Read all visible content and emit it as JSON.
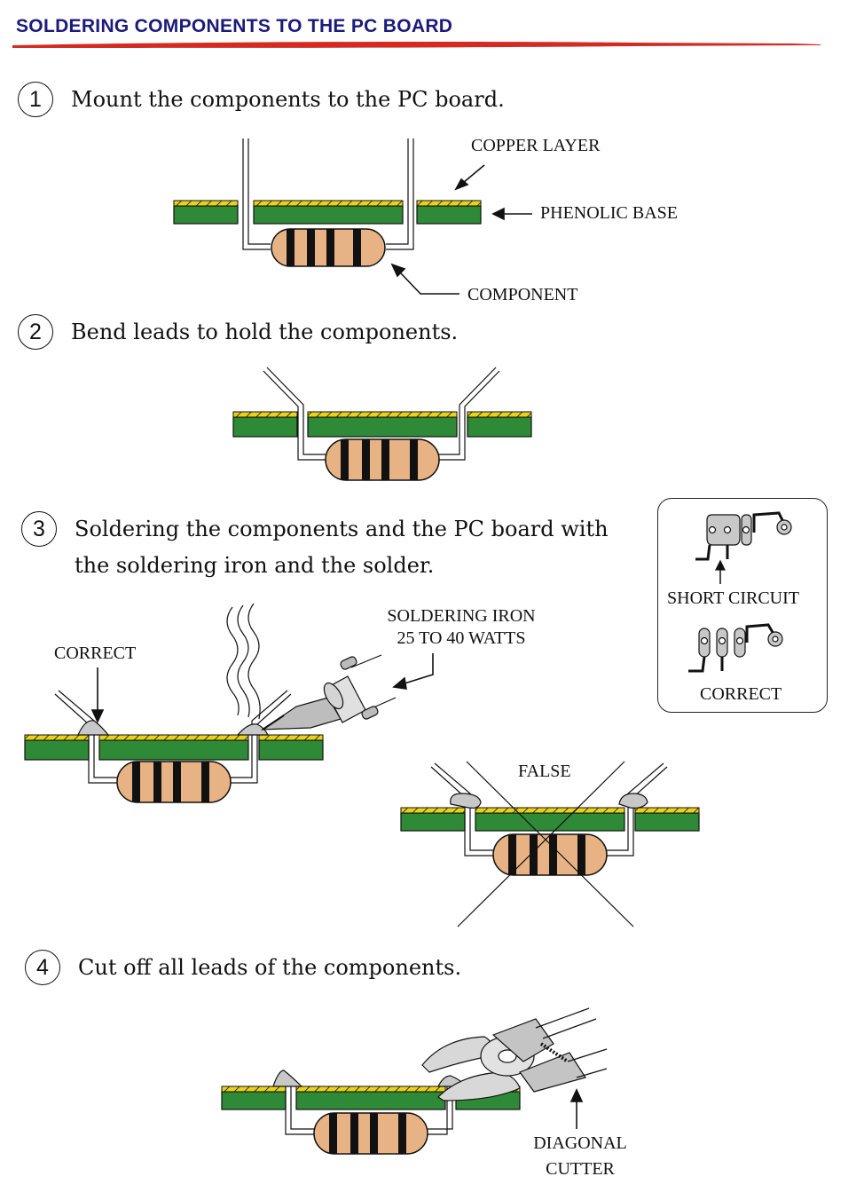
{
  "header": {
    "title": "SOLDERING COMPONENTS TO THE PC BOARD"
  },
  "steps": [
    {
      "number": "1",
      "text": "Mount the components to the PC board."
    },
    {
      "number": "2",
      "text": "Bend leads to hold the components."
    },
    {
      "number": "3",
      "text": "Soldering the components and the PC board with",
      "text_line2": "the soldering iron and the solder."
    },
    {
      "number": "4",
      "text": "Cut off all leads of the components."
    }
  ],
  "labels": {
    "copper_layer": "COPPER LAYER",
    "phenolic_base": "PHENOLIC BASE",
    "component": "COMPONENT",
    "correct_left": "CORRECT",
    "soldering_iron_1": "SOLDERING IRON",
    "soldering_iron_2": "25 TO 40 WATTS",
    "false_label": "FALSE",
    "short_circuit": "SHORT CIRCUIT",
    "correct_callout": "CORRECT",
    "diagonal_1": "DIAGONAL",
    "diagonal_2": "CUTTER"
  },
  "colors": {
    "title": "#1c1a7a",
    "title_rule": "#d42a22",
    "board_green": "#2e8a36",
    "copper_yellow": "#e8d21c",
    "resistor_tan": "#e8b384",
    "band_black": "#111111",
    "lead_gray": "#9a9a9a",
    "solder_gray": "#c8c8c8"
  }
}
